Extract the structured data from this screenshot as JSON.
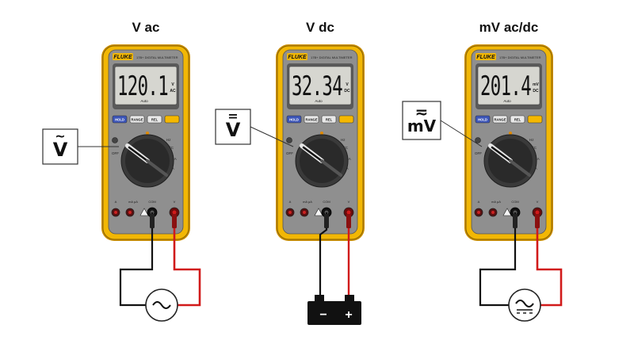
{
  "meters": [
    {
      "title": "V ac",
      "brand": "FLUKE",
      "model": "17B+  DIGITAL MULTIMETER",
      "reading": "120.1",
      "unit_top": "V",
      "unit_bottom": "AC",
      "range_mode": "Auto",
      "callout_symbol": "V",
      "callout_mark": "~",
      "source": "ac-source"
    },
    {
      "title": "V dc",
      "brand": "FLUKE",
      "model": "17B+  DIGITAL MULTIMETER",
      "reading": "32.34",
      "unit_top": "V",
      "unit_bottom": "DC",
      "range_mode": "Auto",
      "callout_symbol": "V",
      "callout_mark": "=",
      "source": "battery"
    },
    {
      "title": "mV ac/dc",
      "brand": "FLUKE",
      "model": "17B+  DIGITAL MULTIMETER",
      "reading": "201.4",
      "unit_top": "mV",
      "unit_bottom": "DC",
      "range_mode": "Auto",
      "callout_symbol": "mV",
      "callout_mark": "≂",
      "source": "acdc-source"
    }
  ],
  "buttons": [
    "HOLD",
    "RANGE",
    "REL",
    ""
  ],
  "dial_labels": [
    "OFF",
    "Hz",
    "°C",
    "mA",
    "μA"
  ],
  "jacks": [
    "A",
    "mA μA",
    "COM",
    "V"
  ],
  "battery_minus": "−",
  "battery_plus": "+",
  "colors": {
    "case": "#f2b705",
    "case_dark": "#c98d00",
    "face": "#8f8f8f",
    "lcd": "#d6d6d0",
    "wire_black": "#111111",
    "wire_red": "#d11a1a",
    "hold_button": "#3c55b8",
    "yellow_button": "#f5b800"
  }
}
